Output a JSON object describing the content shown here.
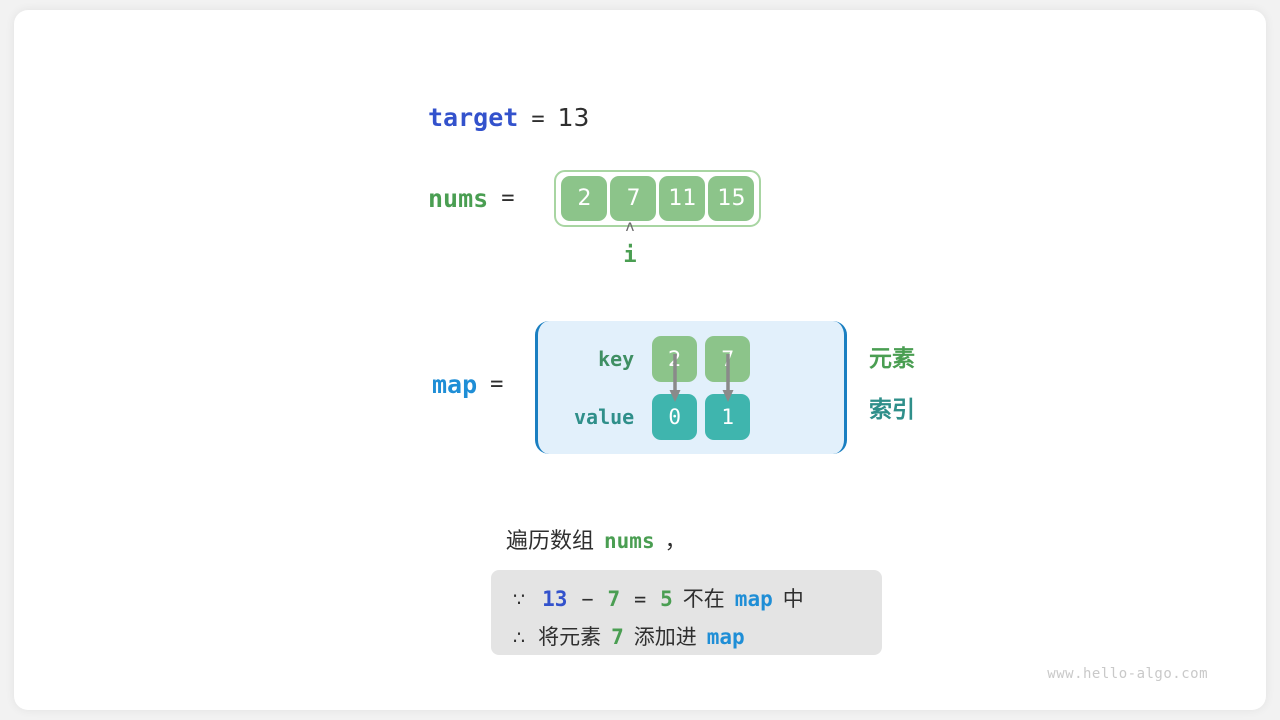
{
  "diagram": {
    "title_vars": {
      "target": {
        "name": "target",
        "equals": "=",
        "value": "13",
        "color": "#3352cc"
      },
      "nums": {
        "name": "nums",
        "equals": "=",
        "color": "#4a9e52"
      },
      "map": {
        "name": "map",
        "equals": "=",
        "color": "#1f8ed6"
      }
    },
    "array": {
      "cells": [
        "2",
        "7",
        "11",
        "15"
      ],
      "cell_color": "#8cc48a",
      "frame_color": "#a8d5a2",
      "pointer": {
        "caret": "ʌ",
        "label": "i",
        "index": 1,
        "label_color": "#4a9e52"
      }
    },
    "hashmap": {
      "box_fill": "#e2f0fb",
      "bracket_color": "#1a7fc1",
      "row_labels": {
        "key": "key",
        "value": "value"
      },
      "key_color": "#3f8f63",
      "value_color": "#2f8f8a",
      "entries": [
        {
          "key": "2",
          "value": "0"
        },
        {
          "key": "7",
          "value": "1"
        }
      ],
      "key_cell_color": "#8cc48a",
      "value_cell_color": "#3fb5ae",
      "arrow_color": "#8a8a8a",
      "legend": [
        {
          "text": "元素",
          "color": "#4a9e52"
        },
        {
          "text": "索引",
          "color": "#2f8f8a"
        }
      ]
    },
    "caption": {
      "prefix": "遍历数组",
      "code": "nums",
      "suffix": "，"
    },
    "note": {
      "line1": {
        "symbol": "∵",
        "a": "13",
        "minus": "−",
        "b": "7",
        "equals": "=",
        "result": "5",
        "text_mid": "不在",
        "map": "map",
        "text_end": "中"
      },
      "line2": {
        "symbol": "∴",
        "text_start": "将元素",
        "elem": "7",
        "text_mid": "添加进",
        "map": "map"
      }
    },
    "watermark": "www.hello-algo.com"
  }
}
